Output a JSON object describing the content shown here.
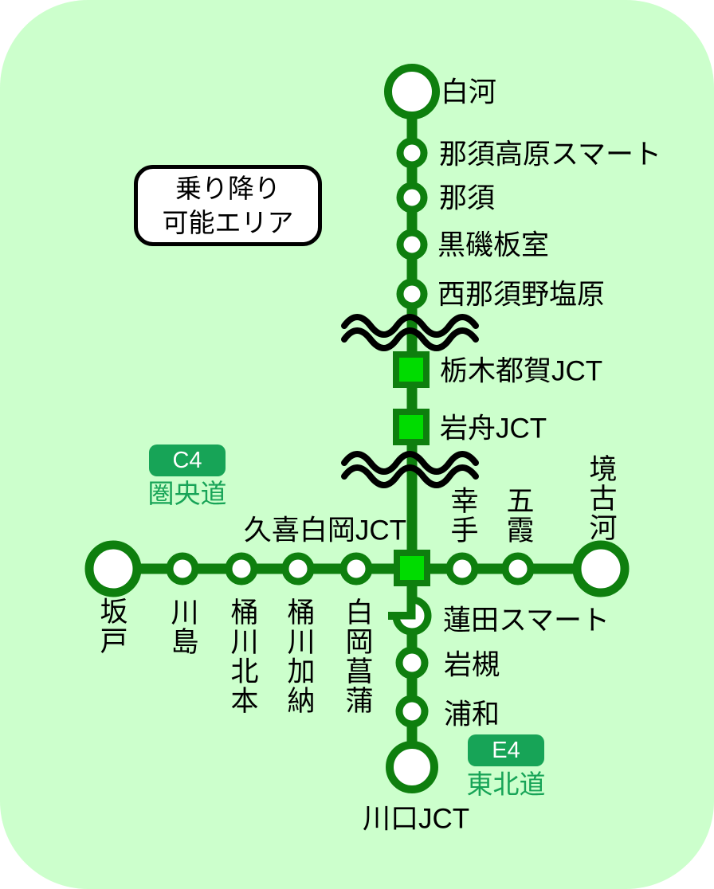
{
  "legend": {
    "line1": "乗り降り",
    "line2": "可能エリア"
  },
  "routes": {
    "kenou": {
      "code": "C4",
      "name": "圏央道"
    },
    "tohoku": {
      "code": "E4",
      "name": "東北道"
    }
  },
  "stations": {
    "shirakawa": "白河",
    "nasukogen_smart": "那須高原スマート",
    "nasu": "那須",
    "kuroiso_itamuro": "黒磯板室",
    "nishinasuno_shiobara": "西那須野塩原",
    "tochigi_tsuga_jct": "栃木都賀JCT",
    "iwafune_jct": "岩舟JCT",
    "kuki_shiraoka_jct": "久喜白岡JCT",
    "sakado": "坂戸",
    "kawajima": "川島",
    "okegawa_kitamoto": "桶川北本",
    "okegawa_kano": "桶川加納",
    "shiraoka_shobu": "白岡菖蒲",
    "satte": "幸手",
    "goka": "五霞",
    "sakai_koga": "境古河",
    "hasuda_smart": "蓮田スマート",
    "iwatsuki": "岩槻",
    "urawa": "浦和",
    "kawaguchi_jct": "川口JCT"
  },
  "colors": {
    "panel_background": "#ccffcc",
    "line_green": "#0e7f0e",
    "jct_square_fill": "#00dc00",
    "route_badge_green": "#17a457",
    "label_black": "#000000",
    "node_fill_white": "#ffffff",
    "break_mark_black": "#000000"
  }
}
